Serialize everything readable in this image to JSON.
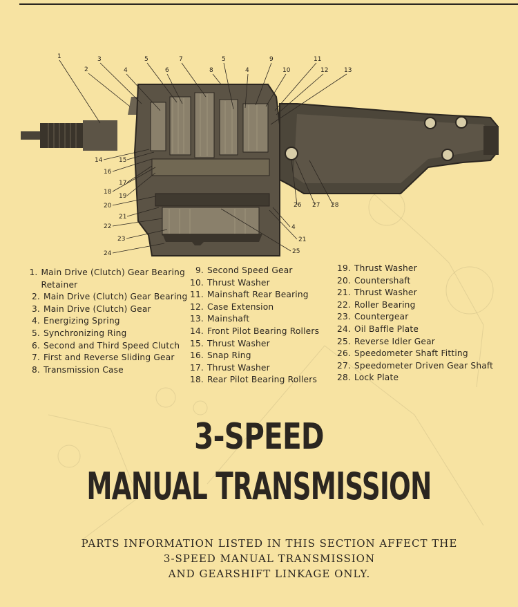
{
  "colors": {
    "paper": "#f7e3a2",
    "ink": "#2b2620"
  },
  "callouts": {
    "c1": "1",
    "c2": "2",
    "c3": "3",
    "c4a": "4",
    "c5a": "5",
    "c6": "6",
    "c7": "7",
    "c8": "8",
    "c5b": "5",
    "c4b": "4",
    "c9": "9",
    "c10": "10",
    "c11": "11",
    "c12": "12",
    "c13": "13",
    "c14": "14",
    "c15": "15",
    "c16": "16",
    "c17": "17",
    "c18": "18",
    "c19": "19",
    "c20": "20",
    "c21a": "21",
    "c22": "22",
    "c23": "23",
    "c24": "24",
    "c25": "25",
    "c21b": "21",
    "c4c": "4",
    "c26": "26",
    "c27": "27",
    "c28": "28"
  },
  "parts_col1": [
    {
      "num": "1.",
      "text": "Main Drive (Clutch) Gear Bearing Retainer"
    },
    {
      "num": "2.",
      "text": "Main Drive (Clutch) Gear Bearing"
    },
    {
      "num": "3.",
      "text": "Main Drive (Clutch) Gear"
    },
    {
      "num": "4.",
      "text": "Energizing Spring"
    },
    {
      "num": "5.",
      "text": "Synchronizing Ring"
    },
    {
      "num": "6.",
      "text": "Second and Third Speed Clutch"
    },
    {
      "num": "7.",
      "text": "First and Reverse Sliding Gear"
    },
    {
      "num": "8.",
      "text": "Transmission Case"
    }
  ],
  "parts_col2": [
    {
      "num": "9.",
      "text": "Second Speed Gear"
    },
    {
      "num": "10.",
      "text": "Thrust Washer"
    },
    {
      "num": "11.",
      "text": "Mainshaft Rear Bearing"
    },
    {
      "num": "12.",
      "text": "Case Extension"
    },
    {
      "num": "13.",
      "text": "Mainshaft"
    },
    {
      "num": "14.",
      "text": "Front Pilot Bearing Rollers"
    },
    {
      "num": "15.",
      "text": "Thrust Washer"
    },
    {
      "num": "16.",
      "text": "Snap Ring"
    },
    {
      "num": "17.",
      "text": "Thrust Washer"
    },
    {
      "num": "18.",
      "text": "Rear Pilot Bearing Rollers"
    }
  ],
  "parts_col3": [
    {
      "num": "19.",
      "text": "Thrust Washer"
    },
    {
      "num": "20.",
      "text": "Countershaft"
    },
    {
      "num": "21.",
      "text": "Thrust Washer"
    },
    {
      "num": "22.",
      "text": "Roller Bearing"
    },
    {
      "num": "23.",
      "text": "Countergear"
    },
    {
      "num": "24.",
      "text": "Oil Baffle Plate"
    },
    {
      "num": "25.",
      "text": "Reverse Idler Gear"
    },
    {
      "num": "26.",
      "text": "Speedometer Shaft Fitting"
    },
    {
      "num": "27.",
      "text": "Speedometer Driven Gear Shaft"
    },
    {
      "num": "28.",
      "text": "Lock Plate"
    }
  ],
  "title_line1": "3-SPEED",
  "title_line2": "MANUAL TRANSMISSION",
  "note_line1": "PARTS INFORMATION LISTED IN THIS SECTION AFFECT THE",
  "note_line2": "3-SPEED MANUAL TRANSMISSION",
  "note_line3": "AND GEARSHIFT LINKAGE ONLY."
}
